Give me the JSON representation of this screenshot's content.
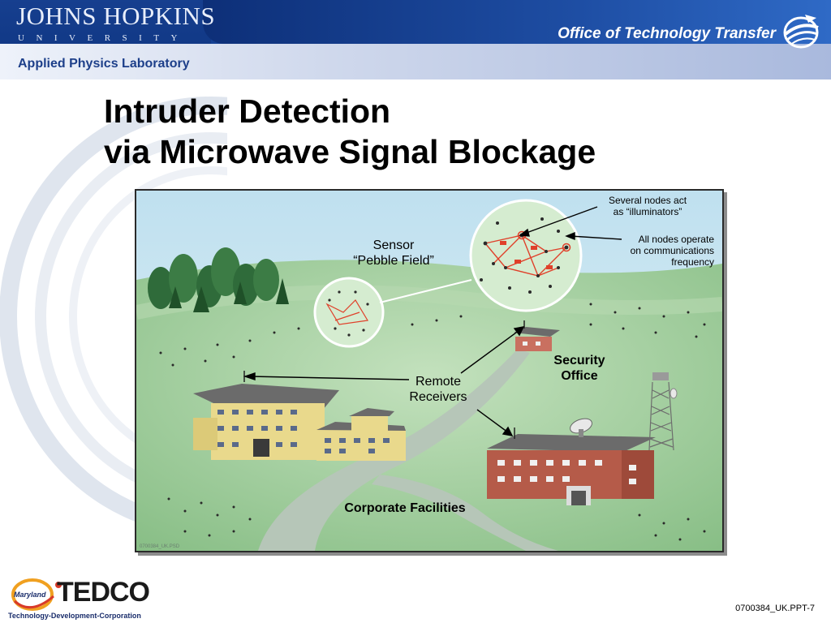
{
  "header": {
    "institution": "JOHNS HOPKINS",
    "university": "UNIVERSITY",
    "lab": "Applied Physics Laboratory",
    "office": "Office of Technology Transfer"
  },
  "title": {
    "line1": "Intruder Detection",
    "line2": "via Microwave Signal Blockage"
  },
  "figure": {
    "labels": {
      "sensor_line1": "Sensor",
      "sensor_line2": "“Pebble Field”",
      "illuminators_line1": "Several nodes act",
      "illuminators_line2": "as “illuminators”",
      "nodes_line1": "All nodes operate",
      "nodes_line2": "on communications",
      "nodes_line3": "frequency",
      "security_line1": "Security",
      "security_line2": "Office",
      "receivers_line1": "Remote",
      "receivers_line2": "Receivers",
      "corporate": "Corporate Facilities",
      "file_id": "0700384_UK.PSD"
    }
  },
  "footer": {
    "logo_word": "TEDCO",
    "logo_state": "Maryland",
    "logo_sub": "Technology-Development-Corporation",
    "slide_code": "0700384_UK.PPT-7"
  },
  "colors": {
    "header_blue": "#1c4ea6",
    "grass": "#9fcb9b",
    "path": "#b7c7b9",
    "network_red": "#e0402a"
  }
}
